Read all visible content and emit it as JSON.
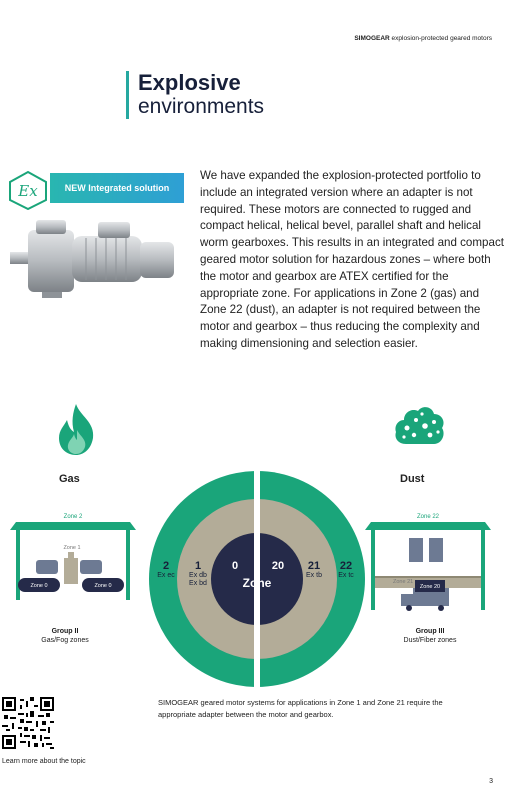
{
  "header": {
    "brand": "SIMOGEAR",
    "subtitle": "explosion-protected geared motors"
  },
  "title": {
    "line1": "Explosive",
    "line2": "environments"
  },
  "badge": "NEW Integrated solution",
  "body": "We have expanded the explosion-protected portfolio to include an integrated version where an adapter is not required. These motors are connected to rugged and compact helical, helical bevel, parallel shaft and helical worm gearboxes. This results in an integrated and compact geared motor solution for hazardous zones – where both the motor and gearbox are ATEX certified for the appropriate zone. For applications in Zone 2 (gas) and Zone 22 (dust), an adapter is not required between the motor and gearbox – thus reducing the complexity and making dimensioning and selection easier.",
  "gas": {
    "label": "Gas",
    "zone2": "Zone 2",
    "zone1": "Zone 1",
    "zone0_left": "Zone 0",
    "zone0_right": "Zone 0",
    "group": "Group II",
    "group_desc": "Gas/Fog zones"
  },
  "dust": {
    "label": "Dust",
    "zone22": "Zone 22",
    "zone21": "Zone 21",
    "zone20": "Zone 20",
    "group": "Group III",
    "group_desc": "Dust/Fiber zones"
  },
  "zones": {
    "z2": "2",
    "z2_sub": "Ex ec",
    "z1": "1",
    "z1_sub1": "Ex db",
    "z1_sub2": "Ex bd",
    "z0": "0",
    "z20": "20",
    "center": "Zone",
    "z21": "21",
    "z21_sub": "Ex tb",
    "z22": "22",
    "z22_sub": "Ex tc"
  },
  "colors": {
    "green": "#1aa57a",
    "olive": "#b3ac98",
    "navy": "#252a49",
    "teal": "#25a8a0"
  },
  "footer_text": "SIMOGEAR geared motor systems for applications in Zone 1 and Zone 21 require the appropriate adapter between the motor and gearbox.",
  "learn_more": "Learn more about the topic",
  "page_number": "3"
}
